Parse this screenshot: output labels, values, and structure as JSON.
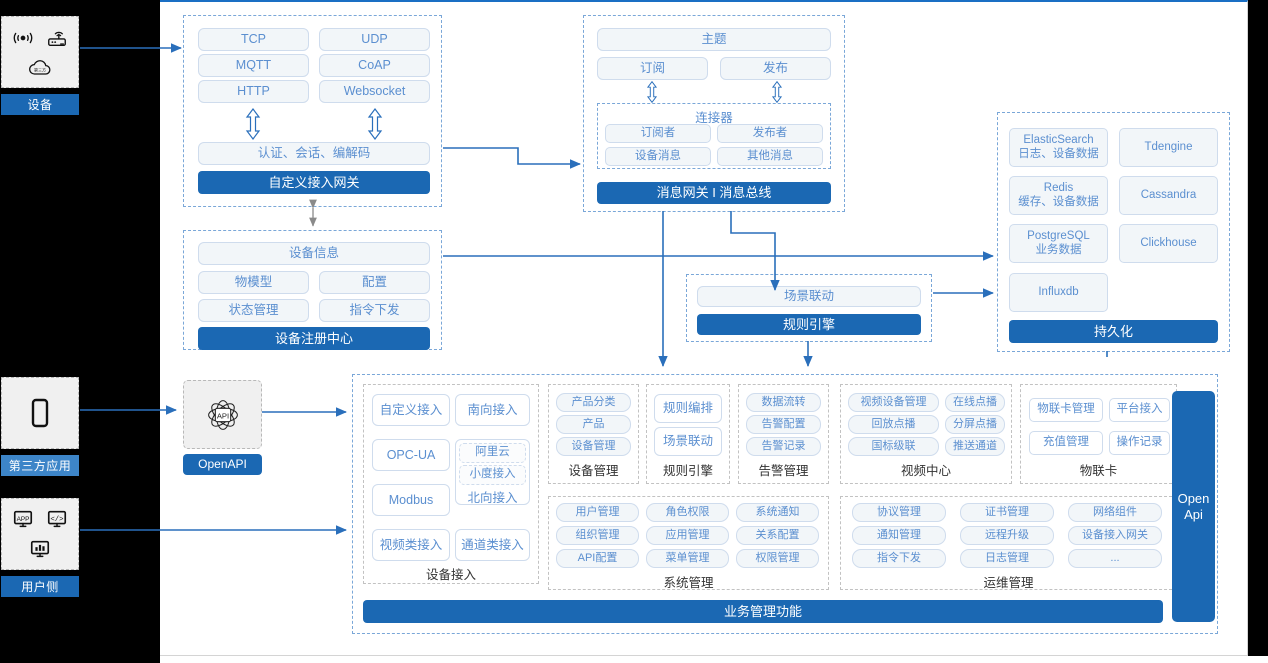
{
  "meta": {
    "title": "IoT Platform Architecture Diagram"
  },
  "colors": {
    "accent_blue": "#1b68b3",
    "chip_text": "#5b8fd0",
    "chip_bg": "#f2f6f9",
    "chip_border": "#cfdced",
    "group_border": "#7aa7d8",
    "wire": "#2a6fbb",
    "panel_black": "#000000",
    "canvas_white": "#ffffff"
  },
  "left_panel": {
    "actors": [
      {
        "id": "device",
        "label": "设备",
        "label_style": "solid",
        "icons": [
          "wireless-signal-icon",
          "router-icon",
          "cloud-icon"
        ]
      },
      {
        "id": "third-party-app",
        "label": "第三方应用",
        "label_style": "light",
        "icons": [
          "mobile-phone-icon"
        ]
      },
      {
        "id": "user-side",
        "label": "用户侧",
        "label_style": "solid",
        "icons": [
          "app-window-icon",
          "code-window-icon",
          "dashboard-chart-icon"
        ]
      }
    ]
  },
  "gateway_group": {
    "protocols": [
      "TCP",
      "UDP",
      "MQTT",
      "CoAP",
      "HTTP",
      "Websocket"
    ],
    "middle": "认证、会话、编解码",
    "bar": "自定义接入网关"
  },
  "registry_group": {
    "head": "设备信息",
    "chips": [
      "物模型",
      "配置",
      "状态管理",
      "指令下发"
    ],
    "bar": "设备注册中心"
  },
  "message_group": {
    "topic": "主题",
    "subscribe": "订阅",
    "publish": "发布",
    "connector_title": "连接器",
    "connector_chips": [
      "订阅者",
      "发布者",
      "设备消息",
      "其他消息"
    ],
    "bar": "消息网关 I 消息总线"
  },
  "persistence_group": {
    "chips": [
      "ElasticSearch\n日志、设备数据",
      "Tdengine",
      "Redis\n缓存、设备数据",
      "Cassandra",
      "PostgreSQL\n业务数据",
      "Clickhouse",
      "Influxdb"
    ],
    "bar": "持久化"
  },
  "rule_group": {
    "chip": "场景联动",
    "bar": "规则引擎"
  },
  "openapi_block": {
    "icon": "api-atom-icon",
    "label": "OpenAPI"
  },
  "business_group": {
    "bar": "业务管理功能",
    "side_bar": "Open\nApi",
    "columns": [
      {
        "id": "device-access",
        "caption": "设备接入",
        "chips": [
          {
            "text": "自定义接入",
            "style": "plain"
          },
          {
            "text": "南向接入",
            "style": "plain"
          },
          {
            "text": "OPC-UA",
            "style": "plain"
          },
          {
            "text": "阿里云",
            "style": "dash"
          },
          {
            "text": "小度接入",
            "style": "dash"
          },
          {
            "text": "Modbus",
            "style": "plain"
          },
          {
            "text": "北向接入",
            "style": "plain"
          },
          {
            "text": "视频类接入",
            "style": "plain"
          },
          {
            "text": "通道类接入",
            "style": "plain"
          }
        ]
      },
      {
        "id": "device-management",
        "caption": "设备管理",
        "chips": [
          {
            "text": "产品分类",
            "style": "pill"
          },
          {
            "text": "产品",
            "style": "pill"
          },
          {
            "text": "设备管理",
            "style": "pill"
          }
        ]
      },
      {
        "id": "rule-engine",
        "caption": "规则引擎",
        "chips": [
          {
            "text": "规则编排",
            "style": "plain"
          },
          {
            "text": "场景联动",
            "style": "plain"
          }
        ]
      },
      {
        "id": "alarm-management",
        "caption": "告警管理",
        "chips": [
          {
            "text": "数据流转",
            "style": "pill"
          },
          {
            "text": "告警配置",
            "style": "pill"
          },
          {
            "text": "告警记录",
            "style": "pill"
          }
        ]
      },
      {
        "id": "video-center",
        "caption": "视频中心",
        "chips": [
          {
            "text": "视频设备管理",
            "style": "pill"
          },
          {
            "text": "在线点播",
            "style": "pill"
          },
          {
            "text": "回放点播",
            "style": "pill"
          },
          {
            "text": "分屏点播",
            "style": "pill"
          },
          {
            "text": "国标级联",
            "style": "pill"
          },
          {
            "text": "推送通道",
            "style": "pill"
          }
        ]
      },
      {
        "id": "iot-card",
        "caption": "物联卡",
        "chips": [
          {
            "text": "物联卡管理",
            "style": "plain"
          },
          {
            "text": "平台接入",
            "style": "plain"
          },
          {
            "text": "充值管理",
            "style": "plain"
          },
          {
            "text": "操作记录",
            "style": "plain"
          }
        ]
      },
      {
        "id": "system-management",
        "caption": "系统管理",
        "chips": [
          {
            "text": "用户管理",
            "style": "pill"
          },
          {
            "text": "角色权限",
            "style": "pill"
          },
          {
            "text": "系统通知",
            "style": "pill"
          },
          {
            "text": "组织管理",
            "style": "pill"
          },
          {
            "text": "应用管理",
            "style": "pill"
          },
          {
            "text": "关系配置",
            "style": "pill"
          },
          {
            "text": "API配置",
            "style": "pill"
          },
          {
            "text": "菜单管理",
            "style": "pill"
          },
          {
            "text": "权限管理",
            "style": "pill"
          }
        ]
      },
      {
        "id": "ops-management",
        "caption": "运维管理",
        "chips": [
          {
            "text": "协议管理",
            "style": "pill"
          },
          {
            "text": "证书管理",
            "style": "pill"
          },
          {
            "text": "网络组件",
            "style": "pill"
          },
          {
            "text": "通知管理",
            "style": "pill"
          },
          {
            "text": "远程升级",
            "style": "pill"
          },
          {
            "text": "设备接入网关",
            "style": "pill"
          },
          {
            "text": "指令下发",
            "style": "pill"
          },
          {
            "text": "日志管理",
            "style": "pill"
          },
          {
            "text": "...",
            "style": "pill"
          }
        ]
      }
    ]
  }
}
